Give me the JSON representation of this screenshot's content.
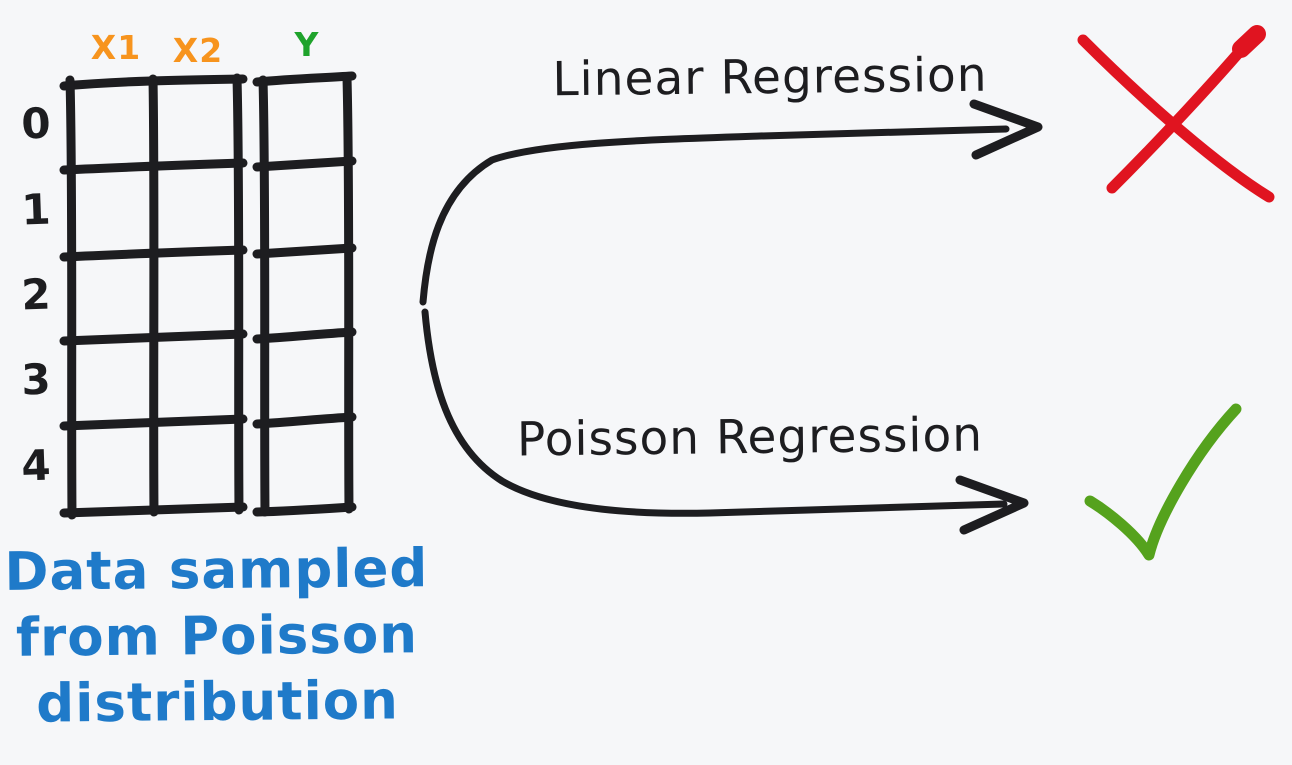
{
  "palette": {
    "background": "#f6f7f9",
    "ink": "#1d1d20",
    "orange": "#f7941e",
    "header_green": "#1fa32c",
    "check_green": "#55a21d",
    "red": "#e01420",
    "blue": "#1f7ac9"
  },
  "table": {
    "columns": [
      {
        "label": "X1",
        "color": "#f7941e"
      },
      {
        "label": "X2",
        "color": "#f7941e"
      },
      {
        "label": "Y",
        "color": "#1fa32c"
      }
    ],
    "row_labels": [
      "0",
      "1",
      "2",
      "3",
      "4"
    ],
    "rows": 5,
    "caption_lines": [
      "Data sampled",
      "from Poisson",
      "distribution"
    ]
  },
  "branches": [
    {
      "label": "Linear Regression",
      "outcome": "rejected",
      "icon": "red-x-icon"
    },
    {
      "label": "Poisson Regression",
      "outcome": "accepted",
      "icon": "green-check-icon"
    }
  ]
}
